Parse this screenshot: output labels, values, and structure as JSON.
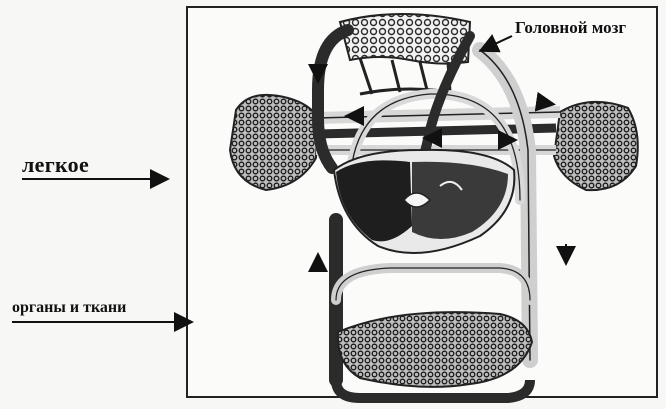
{
  "labels": {
    "brain": "Головной мозг",
    "lung": "легкое",
    "organs": "органы и ткани"
  },
  "colors": {
    "ink": "#1a1a1a",
    "vessel_dark": "#2b2b2b",
    "vessel_light": "#cfcfcf",
    "capillary": "#e8e8e8",
    "background": "#f7f7f5"
  },
  "icons": {
    "arrows": [
      "arrow-right-icon",
      "arrow-left-icon",
      "arrow-up-icon",
      "arrow-down-icon"
    ]
  }
}
